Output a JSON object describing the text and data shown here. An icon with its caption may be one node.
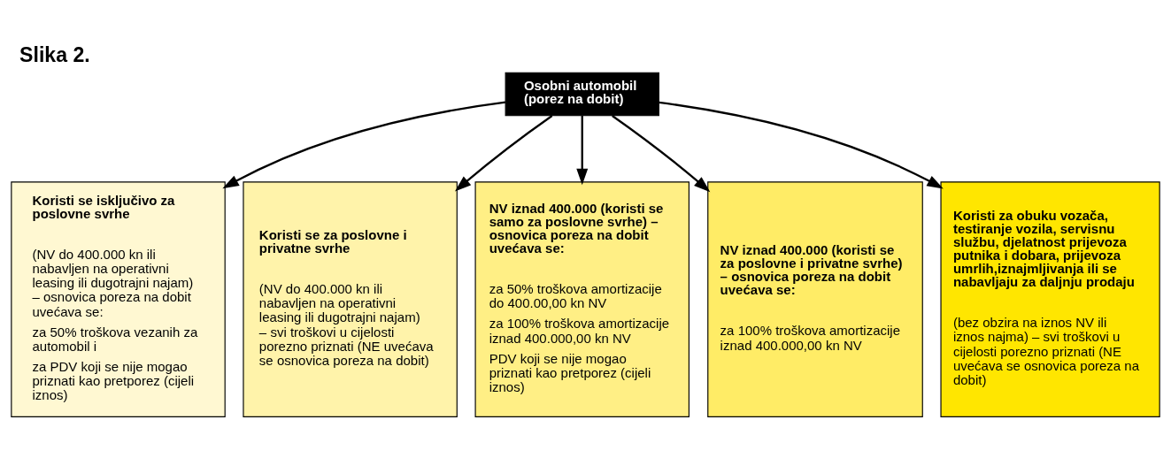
{
  "diagram": {
    "title": "Slika 2.",
    "nodes": [
      {
        "text": [
          "Osobni automobil (porez na dobit)"
        ]
      },
      {
        "text": [
          "Koristi se isključivo za poslovne svrhe",
          "(NV do 400.000 kn ili nabavljen na operativni leasing ili dugotrajni najam) – osnovica poreza na dobit uvećava se:",
          "za 50% troškova vezanih za automobil i",
          "za PDV koji se nije mogao priznati kao pretporez (cijeli iznos)"
        ]
      },
      {
        "text": [
          "Koristi se za poslovne i privatne svrhe",
          "(NV do 400.000 kn ili nabavljen na operativni leasing ili dugotrajni najam) – svi troškovi u cijelosti porezno priznati (NE uvećava se osnovica poreza na dobit)"
        ]
      },
      {
        "text": [
          "NV iznad 400.000 (koristi se samo za poslovne svrhe) – osnovica poreza na dobit uvećava se:",
          "za 50% troškova amortizacije do 400.00,00 kn NV",
          "za 100% troškova amortizacije iznad 400.000,00 kn NV",
          "PDV koji se nije mogao priznati kao pretporez (cijeli iznos)"
        ]
      },
      {
        "text": [
          "NV iznad 400.000 (koristi se za poslovne i privatne svrhe) – osnovica poreza na dobit uvećava se:",
          "za 100% troškova amortizacije iznad 400.000,00 kn NV"
        ]
      },
      {
        "text": [
          "Koristi za obuku vozača, testiranje vozila, servisnu službu, djelatnost prijevoza putnika i dobara, prijevoza umrlih,iznajmljivanja ili se nabavljaju za daljnju prodaju",
          "(bez obzira na iznos NV ili iznos najma) – svi troškovi u cijelosti porezno priznati (NE uvećava se osnovica poreza na dobit)"
        ]
      }
    ],
    "edges": [
      {
        "from": 0,
        "to": 1,
        "arrow": "to"
      },
      {
        "from": 0,
        "to": 2,
        "arrow": "to"
      },
      {
        "from": 0,
        "to": 3,
        "arrow": "to"
      },
      {
        "from": 0,
        "to": 4,
        "arrow": "to"
      },
      {
        "from": 0,
        "to": 5,
        "arrow": "to"
      }
    ]
  }
}
